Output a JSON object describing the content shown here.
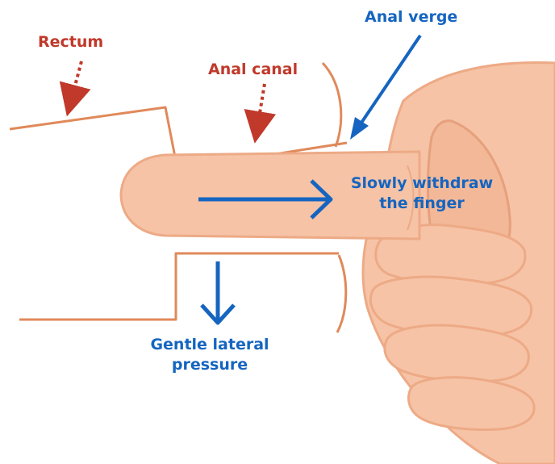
{
  "labels": {
    "rectum": "Rectum",
    "anal_canal": "Anal canal",
    "anal_verge": "Anal verge",
    "withdraw_line1": "Slowly withdraw",
    "withdraw_line2": "the finger",
    "pressure_line1": "Gentle lateral",
    "pressure_line2": "pressure"
  },
  "colors": {
    "red_label": "#c0392b",
    "blue_arrow": "#1565c0",
    "anatomy_outline": "#e0895a",
    "skin_fill": "#f6c3a6",
    "skin_outline": "#edaa86"
  }
}
